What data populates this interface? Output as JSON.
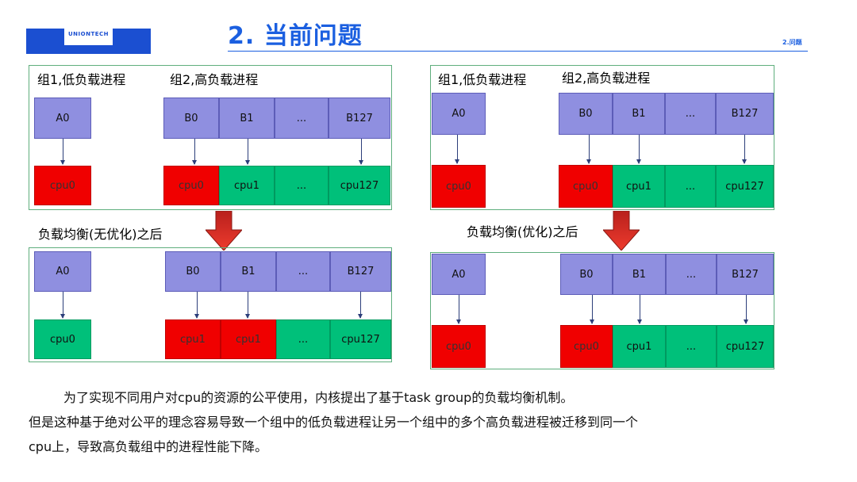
{
  "header": {
    "logo_text": "UNIONTECH",
    "title": "2. 当前问题",
    "section": "2.问题"
  },
  "panels": {
    "group1_label": "组1,低负载进程",
    "group2_label": "组2,高负载进程",
    "after_left_label": "负载均衡(无优化)之后",
    "after_right_label": "负载均衡(优化)之后",
    "procs": {
      "a0": "A0",
      "b0": "B0",
      "b1": "B1",
      "dots": "...",
      "b127": "B127"
    },
    "cpus": {
      "cpu0": "cpu0",
      "cpu1": "cpu1",
      "dots": "...",
      "cpu127": "cpu127"
    }
  },
  "colors": {
    "process": "#8f8fe0",
    "overloaded_cpu": "#f00000",
    "normal_cpu": "#00c07a",
    "title_blue": "#1b5fe0",
    "down_arrow": "#e0302a"
  },
  "text": {
    "line1": "为了实现不同用户对cpu的资源的公平使用，内核提出了基于task group的负载均衡机制。",
    "line2": "但是这种基于绝对公平的理念容易导致一个组中的低负载进程让另一个组中的多个高负载进程被迁移到同一个",
    "line3": "cpu上，导致高负载组中的进程性能下降。"
  }
}
